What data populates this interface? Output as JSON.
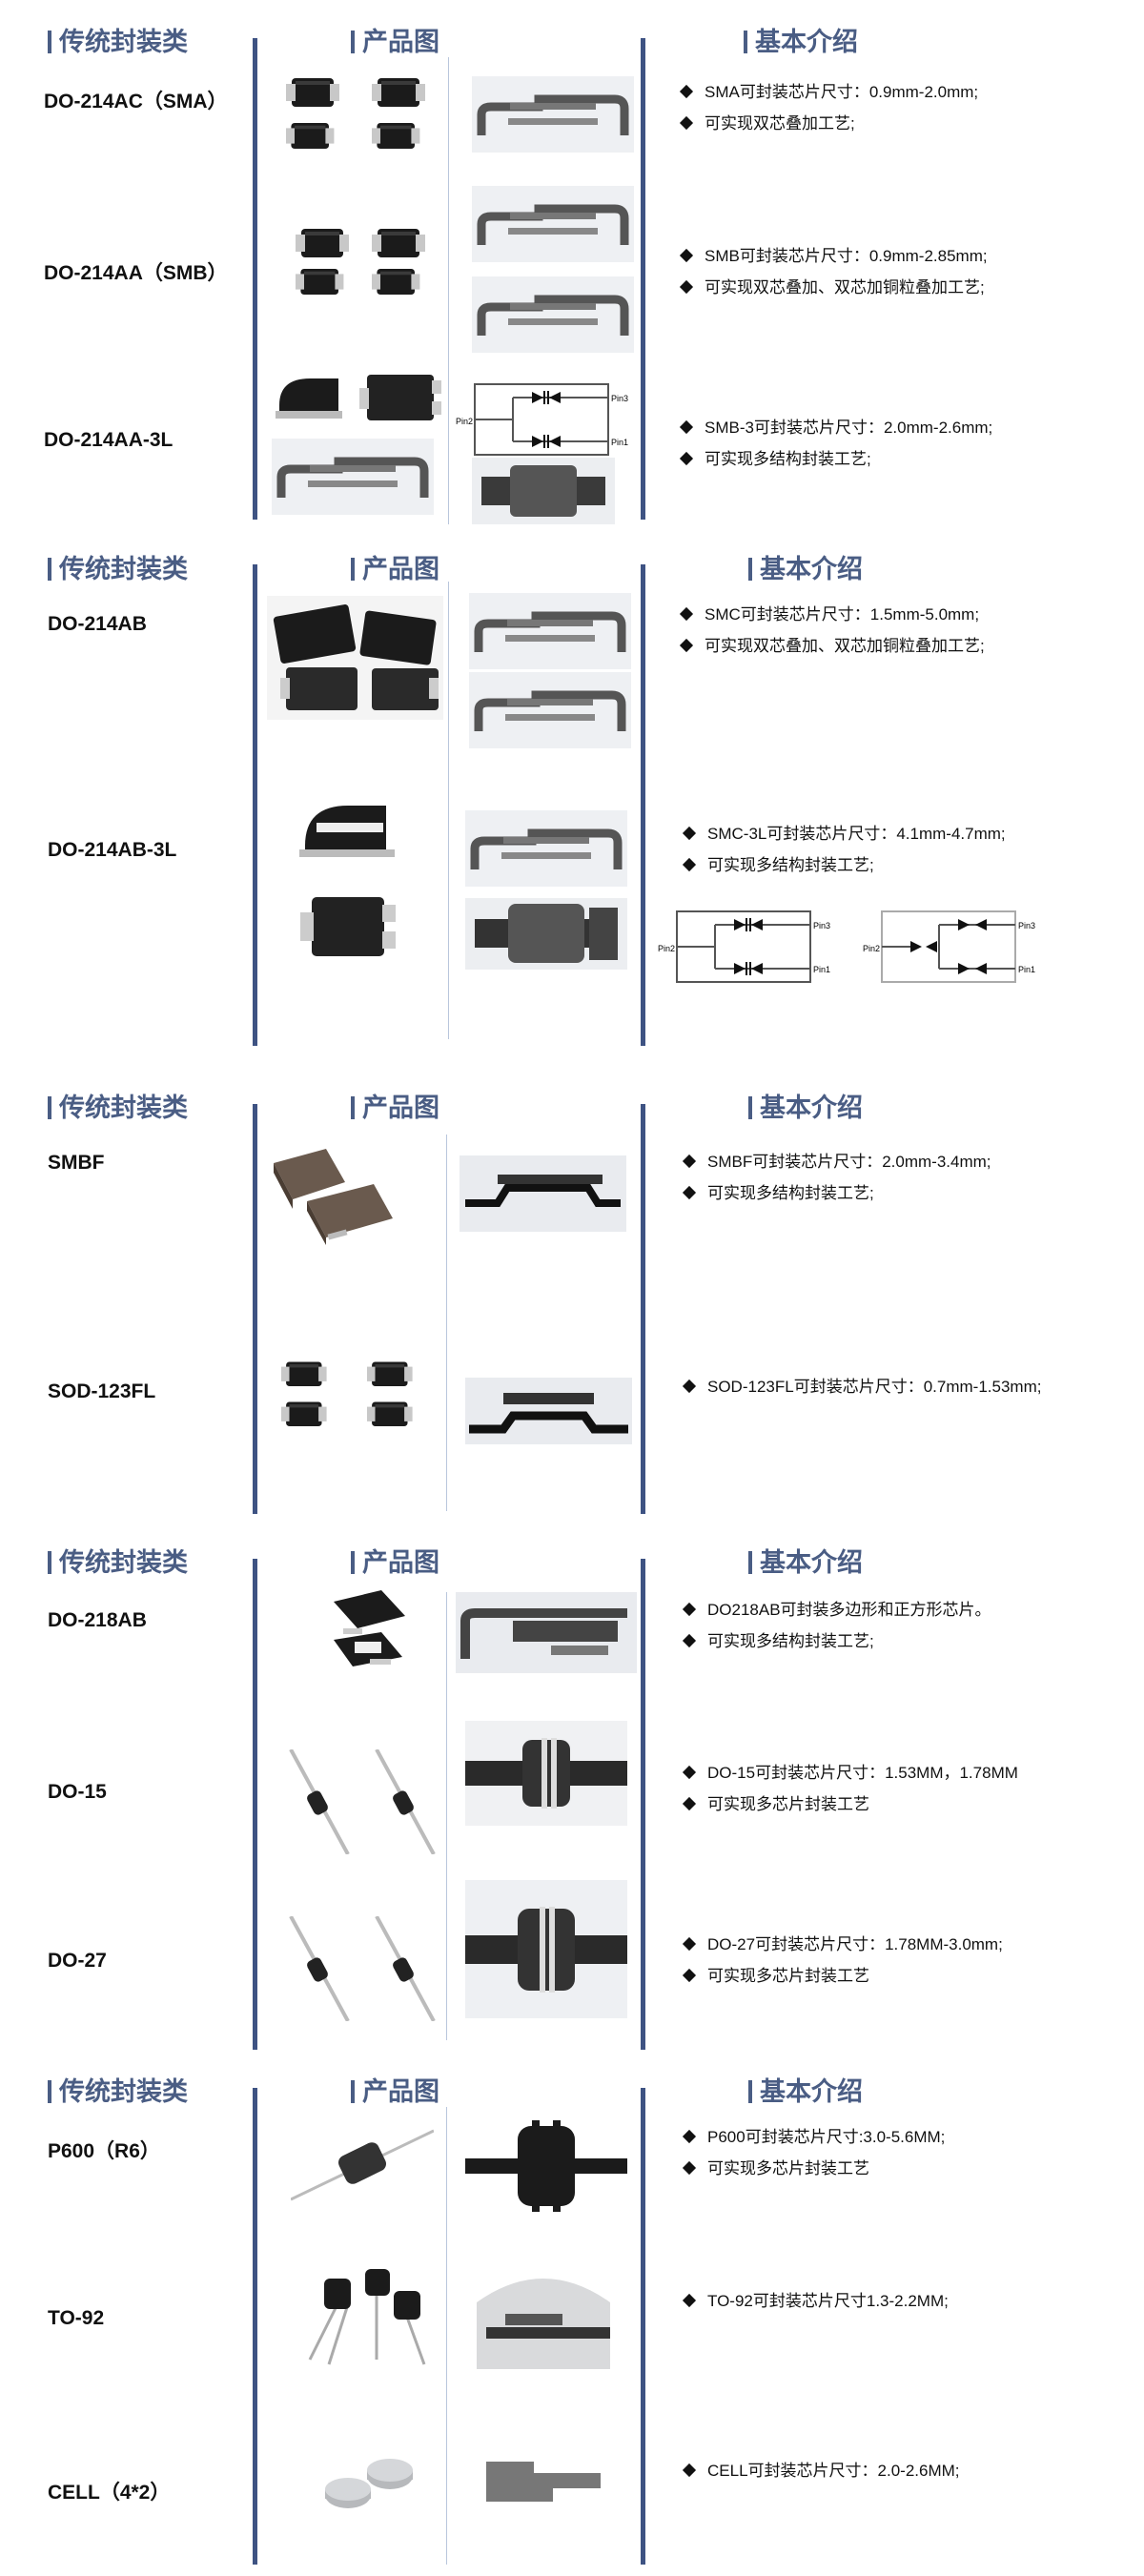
{
  "headers": {
    "category": "传统封装类",
    "product": "产品图",
    "intro": "基本介绍"
  },
  "sections": [
    {
      "rows": [
        {
          "name": "DO-214AC（SMA）",
          "desc": [
            "SMA可封装芯片尺寸：0.9mm-2.0mm;",
            "可实现双芯叠加工艺;"
          ]
        },
        {
          "name": "DO-214AA（SMB）",
          "desc": [
            "SMB可封装芯片尺寸：0.9mm-2.85mm;",
            "可实现双芯叠加、双芯加铜粒叠加工艺;"
          ]
        },
        {
          "name": "DO-214AA-3L",
          "desc": [
            "SMB-3可封装芯片尺寸：2.0mm-2.6mm;",
            "可实现多结构封装工艺;"
          ]
        }
      ]
    },
    {
      "rows": [
        {
          "name": "DO-214AB",
          "desc": [
            "SMC可封装芯片尺寸：1.5mm-5.0mm;",
            "可实现双芯叠加、双芯加铜粒叠加工艺;"
          ]
        },
        {
          "name": "DO-214AB-3L",
          "desc": [
            "SMC-3L可封装芯片尺寸：4.1mm-4.7mm;",
            "可实现多结构封装工艺;"
          ]
        }
      ]
    },
    {
      "rows": [
        {
          "name": "SMBF",
          "desc": [
            "SMBF可封装芯片尺寸：2.0mm-3.4mm;",
            "可实现多结构封装工艺;"
          ]
        },
        {
          "name": "SOD-123FL",
          "desc": [
            "SOD-123FL可封装芯片尺寸：0.7mm-1.53mm;"
          ]
        }
      ]
    },
    {
      "rows": [
        {
          "name": "DO-218AB",
          "desc": [
            "DO218AB可封装多边形和正方形芯片。",
            "可实现多结构封装工艺;"
          ]
        },
        {
          "name": "DO-15",
          "desc": [
            "DO-15可封装芯片尺寸：1.53MM，1.78MM",
            "可实现多芯片封装工艺"
          ]
        },
        {
          "name": "DO-27",
          "desc": [
            "DO-27可封装芯片尺寸：1.78MM-3.0mm;",
            "可实现多芯片封装工艺"
          ]
        }
      ]
    },
    {
      "rows": [
        {
          "name": "P600（R6）",
          "desc": [
            "P600可封装芯片尺寸:3.0-5.6MM;",
            "可实现多芯片封装工艺"
          ]
        },
        {
          "name": "TO-92",
          "desc": [
            "TO-92可封装芯片尺寸1.3-2.2MM;"
          ]
        },
        {
          "name": "CELL（4*2）",
          "desc": [
            "CELL可封装芯片尺寸：2.0-2.6MM;"
          ]
        }
      ]
    }
  ],
  "pin_labels": {
    "pin1": "Pin1",
    "pin2": "Pin2",
    "pin3": "Pin3"
  }
}
